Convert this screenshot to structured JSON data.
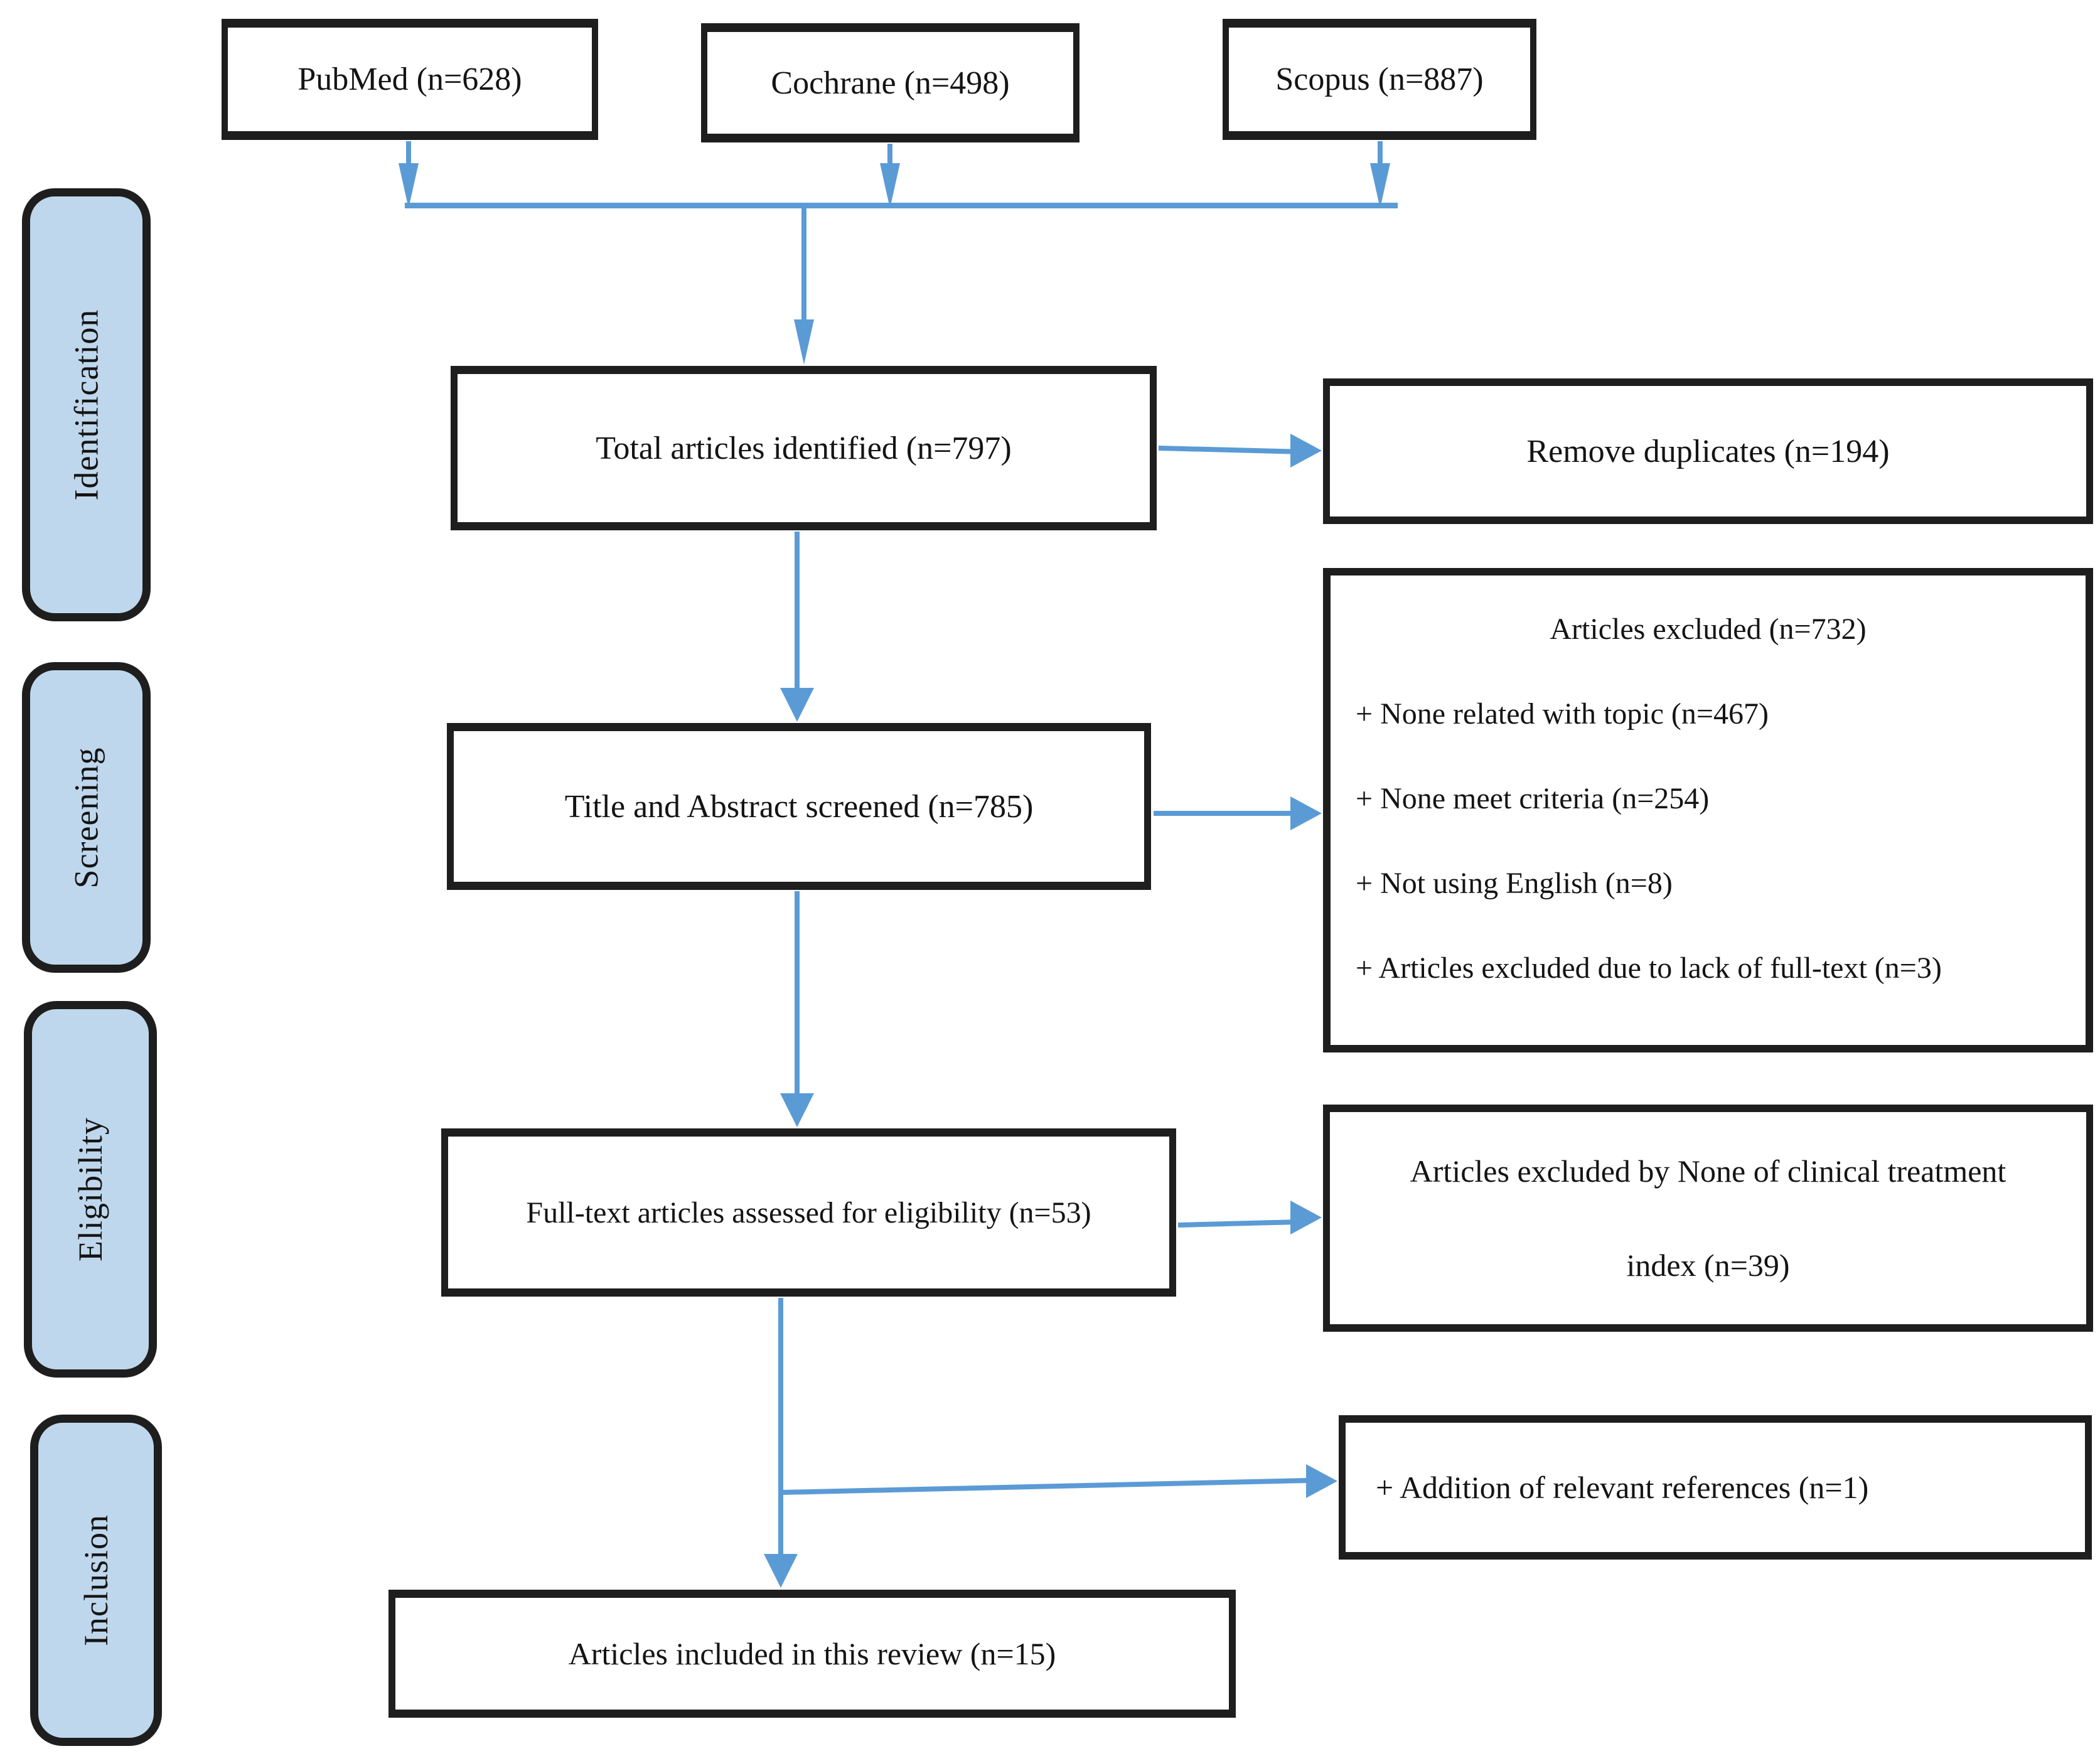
{
  "palette": {
    "arrow_blue": "#5b9bd5",
    "stage_fill": "#bfd7ec",
    "border_black": "#1e1e1e"
  },
  "stages": [
    {
      "label": "Identification"
    },
    {
      "label": "Screening"
    },
    {
      "label": "Eligibility"
    },
    {
      "label": "Inclusion"
    }
  ],
  "sources": [
    {
      "label": "PubMed (n=628)"
    },
    {
      "label": "Cochrane (n=498)"
    },
    {
      "label": "Scopus (n=887)"
    }
  ],
  "flow": {
    "total": "Total articles identified (n=797)",
    "screened": "Title and Abstract screened (n=785)",
    "fulltext": "Full-text articles assessed for eligibility (n=53)",
    "included": "Articles included in this review (n=15)"
  },
  "side": {
    "duplicates": "Remove duplicates (n=194)",
    "excluded": {
      "title": "Articles excluded (n=732)",
      "items": [
        "+ None related with topic (n=467)",
        "+ None meet criteria (n=254)",
        "+ Not using English (n=8)",
        "+ Articles excluded due to lack of full-text (n=3)"
      ]
    },
    "excluded_fulltext": {
      "line1": "Articles excluded by None of clinical treatment",
      "line2": "index (n=39)"
    },
    "addition": "+ Addition of relevant references (n=1)"
  }
}
